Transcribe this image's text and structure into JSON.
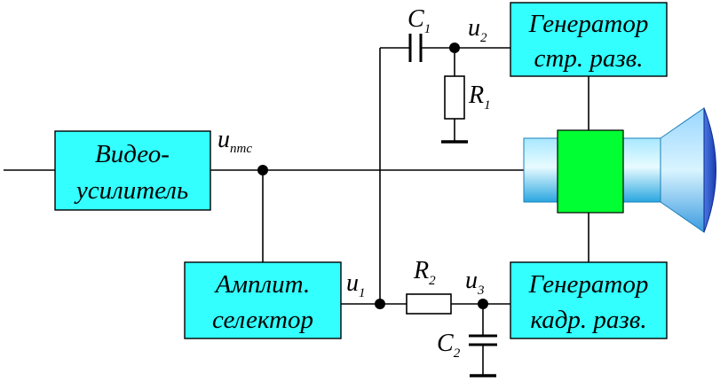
{
  "blocks": {
    "video_amp": {
      "line1": "Видео-",
      "line2": "усилитель"
    },
    "amp_selector": {
      "line1": "Амплит.",
      "line2": "селектор"
    },
    "line_gen": {
      "line1": "Генератор",
      "line2": "стр. разв."
    },
    "frame_gen": {
      "line1": "Генератор",
      "line2": "кадр. разв."
    }
  },
  "labels": {
    "c1": {
      "main": "C",
      "sub": "1"
    },
    "c2": {
      "main": "C",
      "sub": "2"
    },
    "r1": {
      "main": "R",
      "sub": "1"
    },
    "r2": {
      "main": "R",
      "sub": "2"
    },
    "u1": {
      "main": "u",
      "sub": "1"
    },
    "u2": {
      "main": "u",
      "sub": "2"
    },
    "u3": {
      "main": "u",
      "sub": "3"
    },
    "u_ptc": {
      "main": "u",
      "sub": "птс"
    }
  },
  "colors": {
    "block_fill": "#33ffff",
    "yoke": "#00ff33",
    "tube_neck": "#5fd0f0",
    "tube_cone": "#6fc4f0"
  },
  "icons": [
    "crt-tube-icon",
    "capacitor-icon",
    "resistor-icon",
    "ground-icon"
  ]
}
